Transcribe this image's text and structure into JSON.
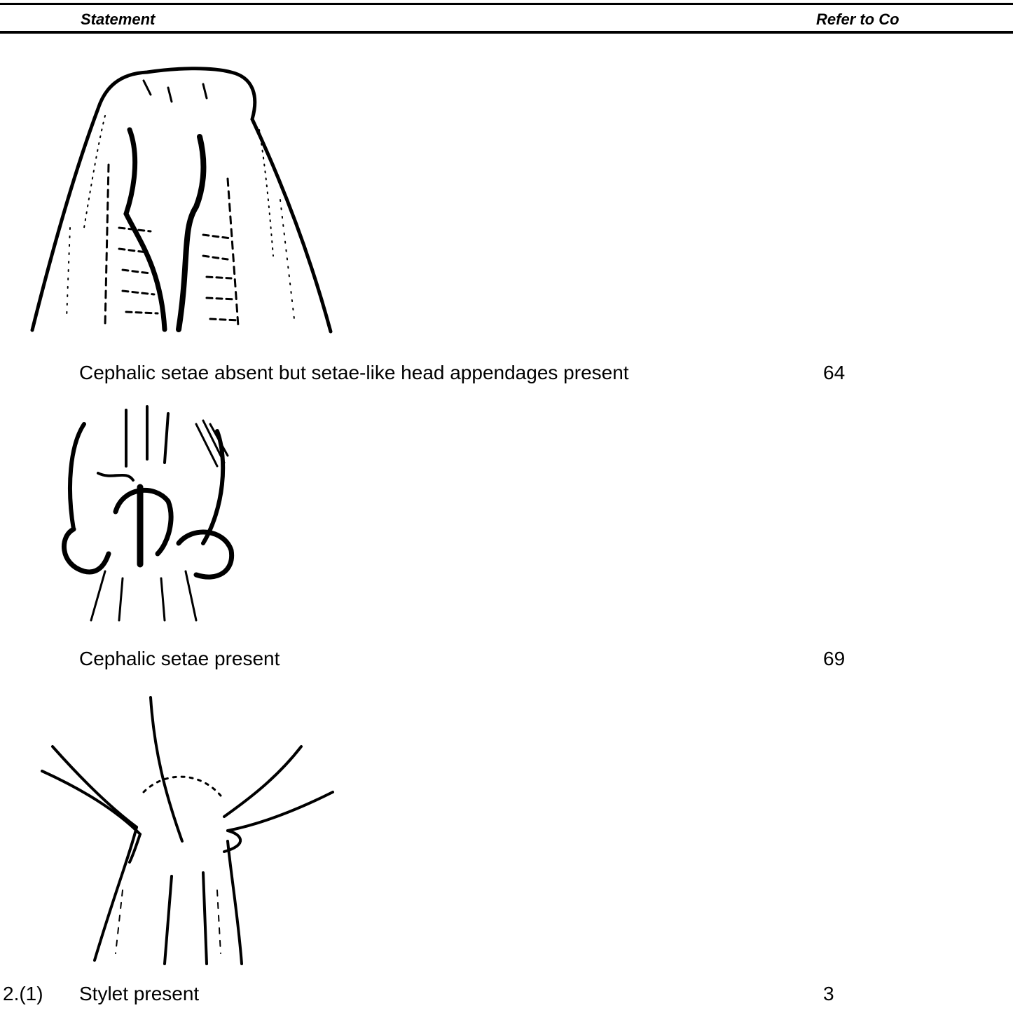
{
  "header": {
    "statement_label": "Statement",
    "refer_label": "Refer to Co"
  },
  "entries": [
    {
      "couplet": "",
      "statement": "Cephalic setae absent but setae-like head appendages present",
      "refer_to": "64",
      "figure_icon": "nematode-head-with-head-appendages-drawing"
    },
    {
      "couplet": "",
      "statement": "Cephalic setae present",
      "refer_to": "69",
      "figure_icon": "nematode-head-with-cephalic-setae-drawing"
    },
    {
      "couplet": "2.(1)",
      "statement": "Stylet present",
      "refer_to": "3",
      "figure_icon": "nematode-head-with-stylet-drawing"
    }
  ]
}
